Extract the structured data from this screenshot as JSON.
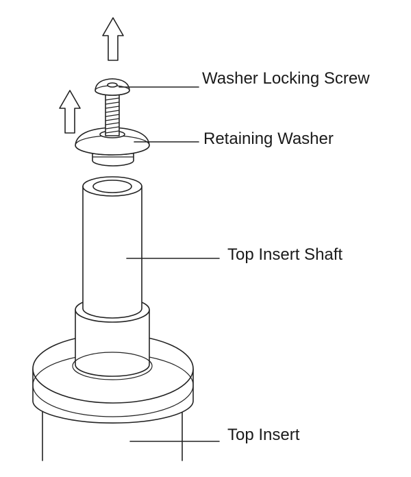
{
  "labels": {
    "washer_locking_screw": "Washer Locking Screw",
    "retaining_washer": "Retaining Washer",
    "top_insert_shaft": "Top Insert Shaft",
    "top_insert": "Top Insert"
  }
}
